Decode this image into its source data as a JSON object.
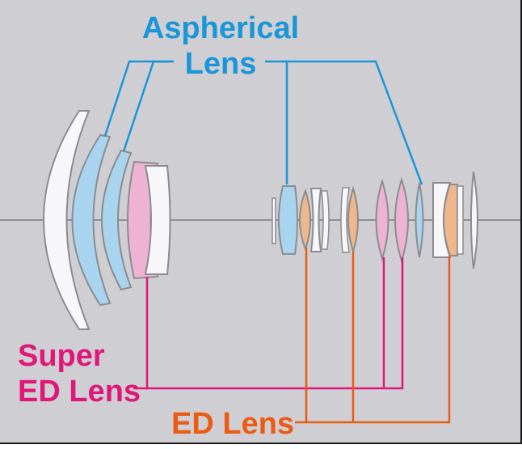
{
  "labels": {
    "aspherical_line1": "Aspherical",
    "aspherical_line2": "Lens",
    "super_ed_line1": "Super",
    "super_ed_line2": "ED Lens",
    "ed_lens": "ED Lens"
  },
  "colors": {
    "background": "#cfcfd3",
    "aspherical": "#1a95d8",
    "super_ed": "#e0177a",
    "ed": "#ec5a14",
    "aspherical_fill": "#a9d4ef",
    "super_ed_fill": "#eeb2d3",
    "ed_fill": "#efb78a",
    "plain_fill": "#f7f7f9"
  }
}
